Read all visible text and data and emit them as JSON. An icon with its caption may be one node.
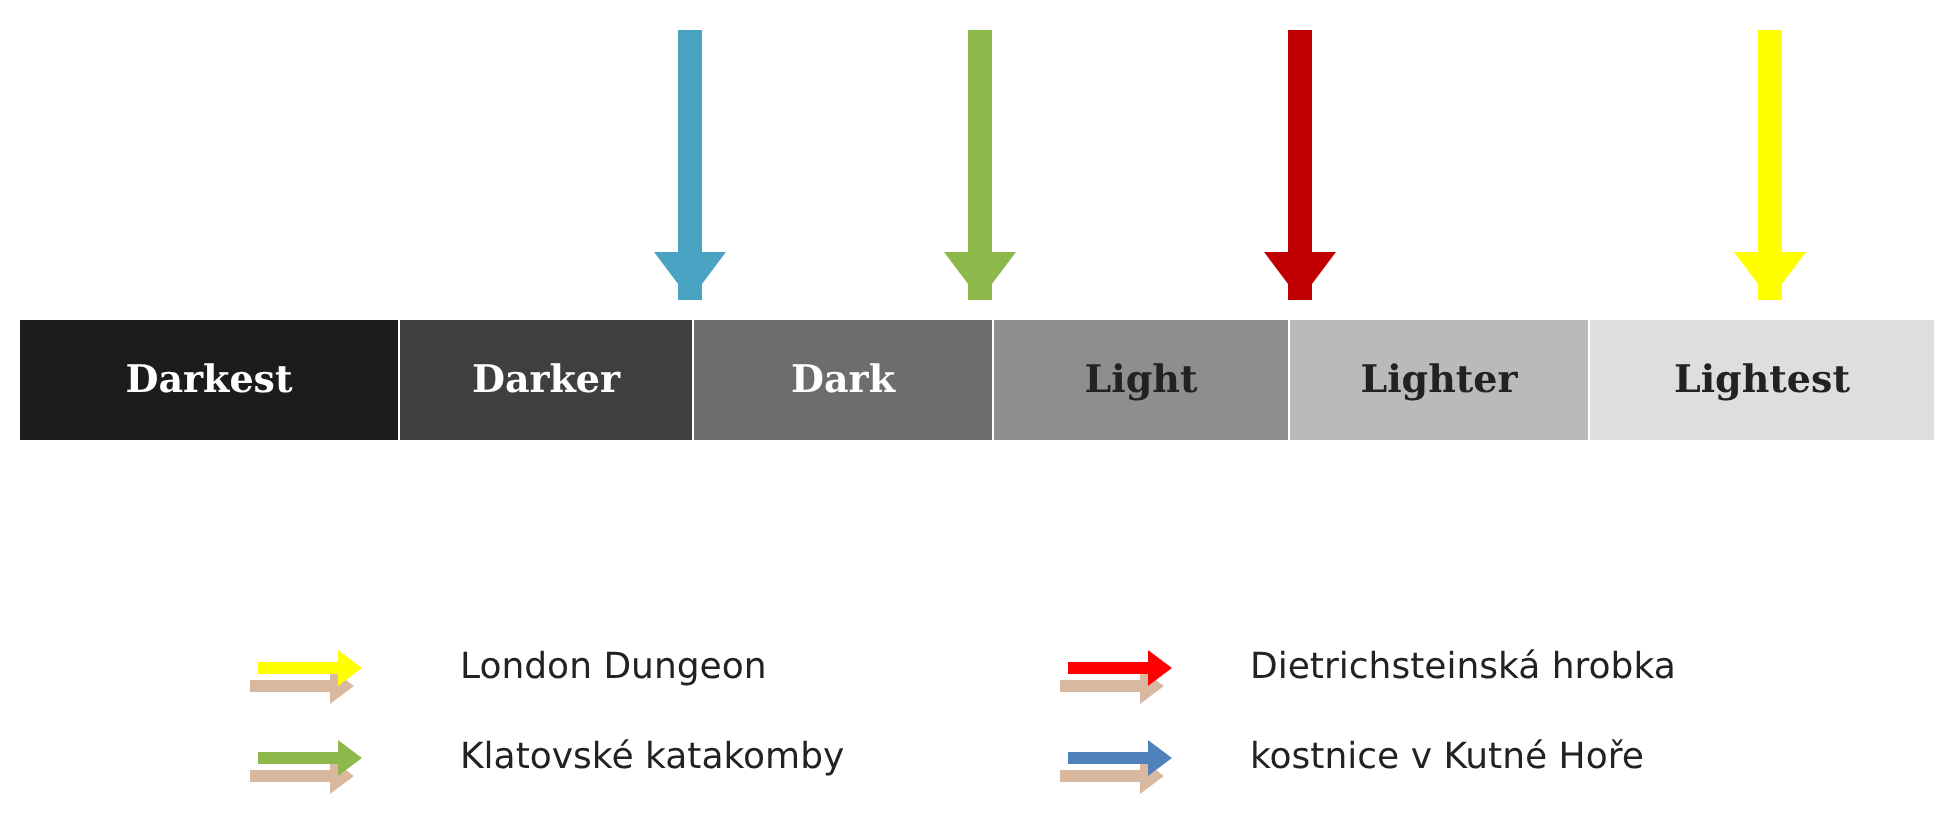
{
  "diagram": {
    "nodes": [
      {
        "text": [
          "Darkest"
        ]
      },
      {
        "text": [
          "Darker"
        ]
      },
      {
        "text": [
          "Dark"
        ]
      },
      {
        "text": [
          "Light"
        ]
      },
      {
        "text": [
          "Lighter"
        ]
      },
      {
        "text": [
          "Lightest"
        ]
      }
    ],
    "edges": [
      {
        "from": null,
        "to": 1,
        "arrow": "to",
        "color": "#4ba3c3"
      },
      {
        "from": null,
        "to": 2,
        "arrow": "to",
        "color": "#8db84a"
      },
      {
        "from": null,
        "to": 4,
        "arrow": "to",
        "color": "#c00000"
      },
      {
        "from": null,
        "to": 5,
        "arrow": "to",
        "color": "#ffff00"
      }
    ],
    "legend": [
      {
        "text": "London Dungeon",
        "color": "#ffff00"
      },
      {
        "text": "Dietrichsteinská hrobka",
        "color": "#ff0000"
      },
      {
        "text": "Klatovské katakomby",
        "color": "#8db84a"
      },
      {
        "text": "kostnice v Kutné Hoře",
        "color": "#4f81bd"
      }
    ]
  }
}
